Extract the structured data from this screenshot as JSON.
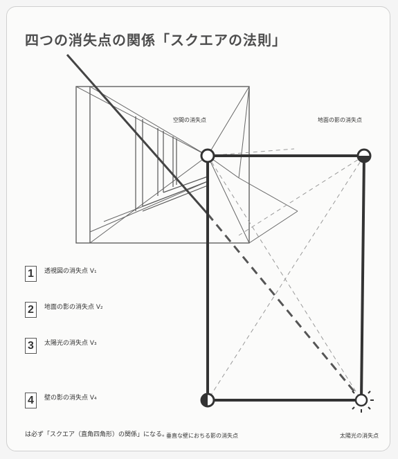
{
  "title": "四つの消失点の関係「スクエアの法則」",
  "vanishing_points": {
    "space": "空間の消失点",
    "ground_shadow": "地面の影の消失点",
    "wall_shadow": "垂直な壁におちる影の消失点",
    "sunlight": "太陽光の消失点"
  },
  "legend": [
    {
      "num": "1",
      "text": "透視図の消失点 V₁"
    },
    {
      "num": "2",
      "text": "地面の影の消失点 V₂"
    },
    {
      "num": "3",
      "text": "太陽光の消失点 V₃"
    },
    {
      "num": "4",
      "text": "壁の影の消失点 V₄"
    }
  ],
  "footer": "は必ず「スクエア（直角四角形）の関係」になる。",
  "colors": {
    "line": "#333333",
    "guide": "#888888"
  }
}
